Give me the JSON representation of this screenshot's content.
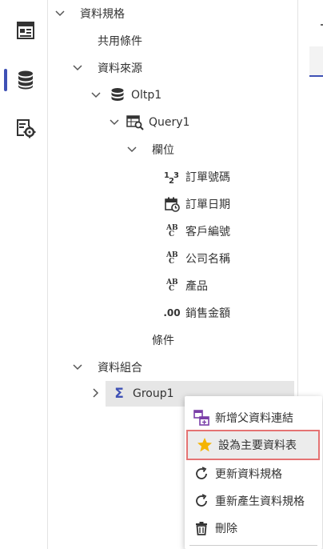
{
  "tree": {
    "root_label": "資料規格",
    "shared_conditions": "共用條件",
    "data_source": "資料來源",
    "oltp": "Oltp1",
    "query": "Query1",
    "fields_folder": "欄位",
    "fields": [
      {
        "type_icon": "number-type-icon",
        "type_text": "123",
        "label": "訂單號碼"
      },
      {
        "type_icon": "date-type-icon",
        "type_text": "",
        "label": "訂單日期"
      },
      {
        "type_icon": "text-type-icon",
        "type_text": "ABC",
        "label": "客戶編號"
      },
      {
        "type_icon": "text-type-icon",
        "type_text": "ABC",
        "label": "公司名稱"
      },
      {
        "type_icon": "text-type-icon",
        "type_text": "ABC",
        "label": "產品"
      },
      {
        "type_icon": "decimal-type-icon",
        "type_text": ".00",
        "label": "銷售金額"
      }
    ],
    "conditions": "條件",
    "data_group": "資料組合",
    "group": "Group1"
  },
  "context_menu": {
    "items": [
      {
        "icon": "add-parent-link-icon",
        "label": "新增父資料連結"
      },
      {
        "icon": "star-icon",
        "label": "設為主要資料表"
      },
      {
        "icon": "refresh-icon",
        "label": "更新資料規格"
      },
      {
        "icon": "regenerate-icon",
        "label": "重新產生資料規格"
      },
      {
        "icon": "trash-icon",
        "label": "刪除"
      }
    ]
  },
  "colors": {
    "accent": "#3f51b5",
    "sigma": "#3f51b5",
    "star": "#f5b400",
    "highlight_border": "#e57373",
    "selected_bg": "#e6e6e6"
  }
}
